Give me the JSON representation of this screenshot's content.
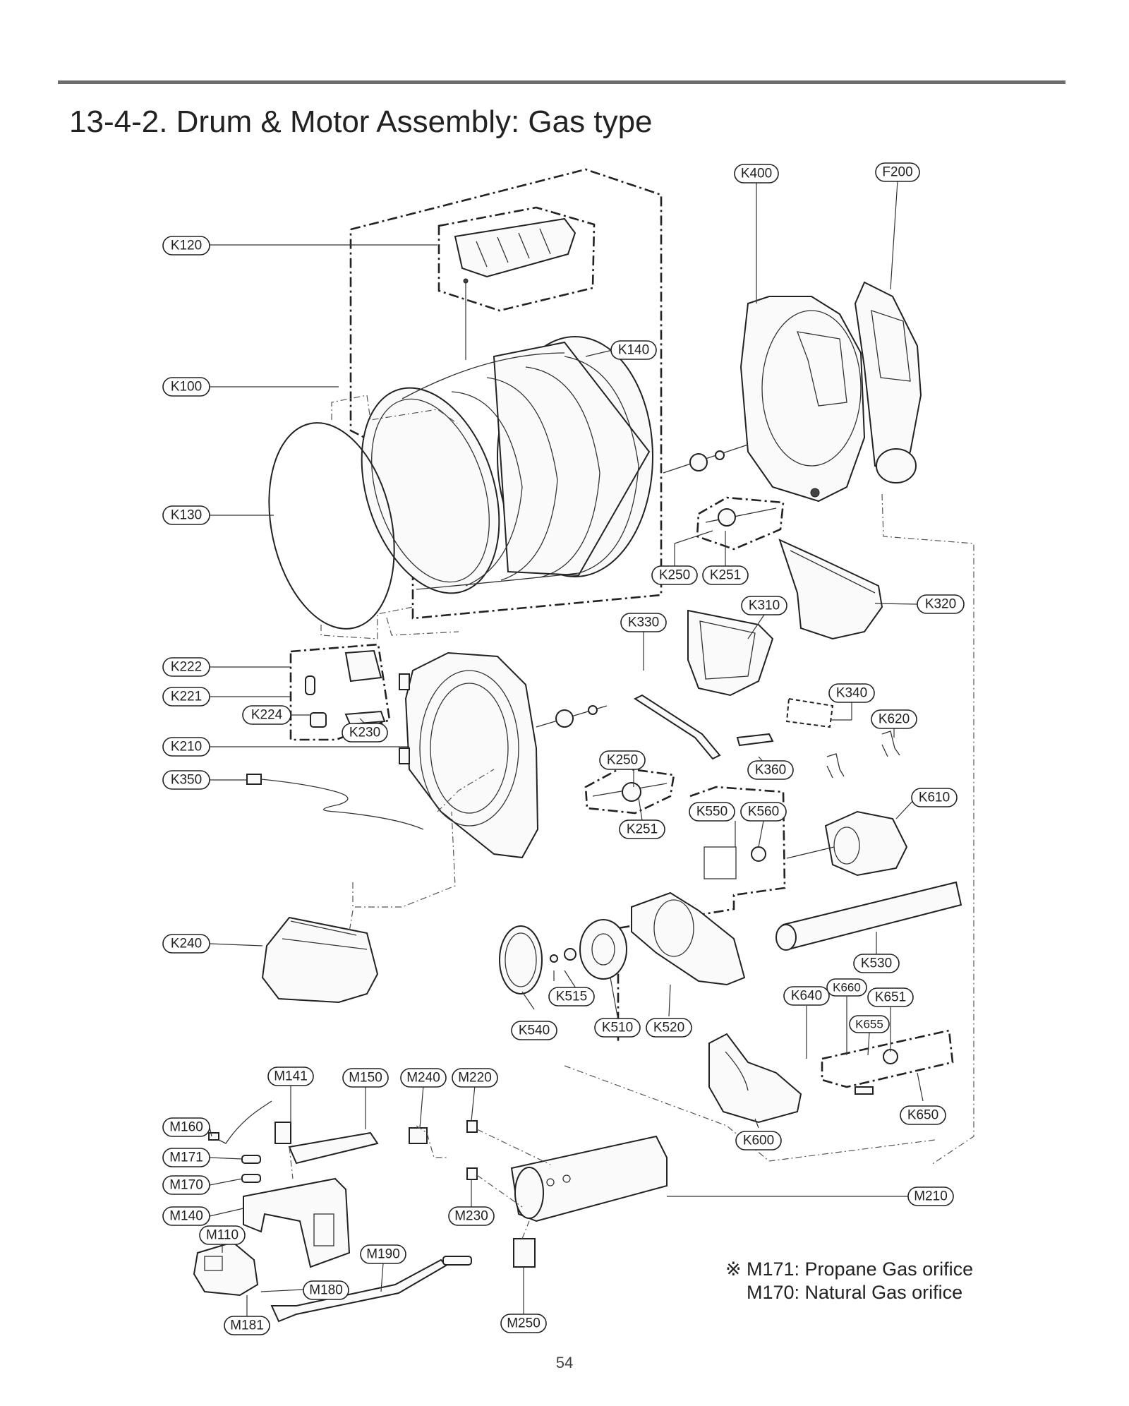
{
  "page": {
    "title": "13-4-2. Drum & Motor Assembly: Gas type",
    "page_number": "54"
  },
  "note": {
    "symbol": "※",
    "line1": "M171: Propane Gas orifice",
    "line2": "M170: Natural Gas orifice"
  },
  "callouts": {
    "K400": "K400",
    "F200": "F200",
    "K120": "K120",
    "K140": "K140",
    "K100": "K100",
    "K130": "K130",
    "K250a": "K250",
    "K251a": "K251",
    "K310": "K310",
    "K320": "K320",
    "K330": "K330",
    "K222": "K222",
    "K221": "K221",
    "K224": "K224",
    "K230": "K230",
    "K340": "K340",
    "K620": "K620",
    "K210": "K210",
    "K250b": "K250",
    "K360": "K360",
    "K350": "K350",
    "K550": "K550",
    "K560": "K560",
    "K610": "K610",
    "K251b": "K251",
    "K240": "K240",
    "K530": "K530",
    "K515": "K515",
    "K640": "K640",
    "K660": "K660",
    "K651": "K651",
    "K655": "K655",
    "K540": "K540",
    "K510": "K510",
    "K520": "K520",
    "K650": "K650",
    "K600": "K600",
    "M141": "M141",
    "M150": "M150",
    "M240": "M240",
    "M220": "M220",
    "M160": "M160",
    "M171": "M171",
    "M170": "M170",
    "M140": "M140",
    "M210": "M210",
    "M230": "M230",
    "M110": "M110",
    "M190": "M190",
    "M180": "M180",
    "M181": "M181",
    "M250": "M250"
  }
}
